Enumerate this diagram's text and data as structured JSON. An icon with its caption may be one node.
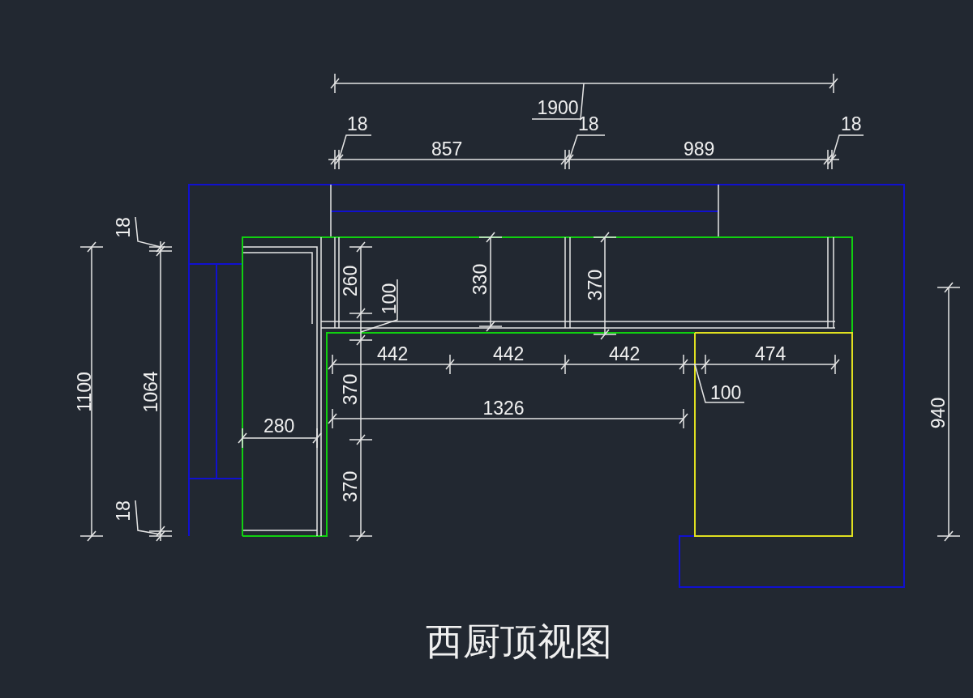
{
  "diagram": {
    "title": "西厨顶视图",
    "labels": [
      "1900",
      "18",
      "18",
      "18",
      "857",
      "989",
      "18",
      "260",
      "330",
      "370",
      "100",
      "442",
      "442",
      "442",
      "474",
      "1100",
      "1064",
      "370",
      "100",
      "940",
      "1326",
      "280",
      "370",
      "18"
    ]
  }
}
